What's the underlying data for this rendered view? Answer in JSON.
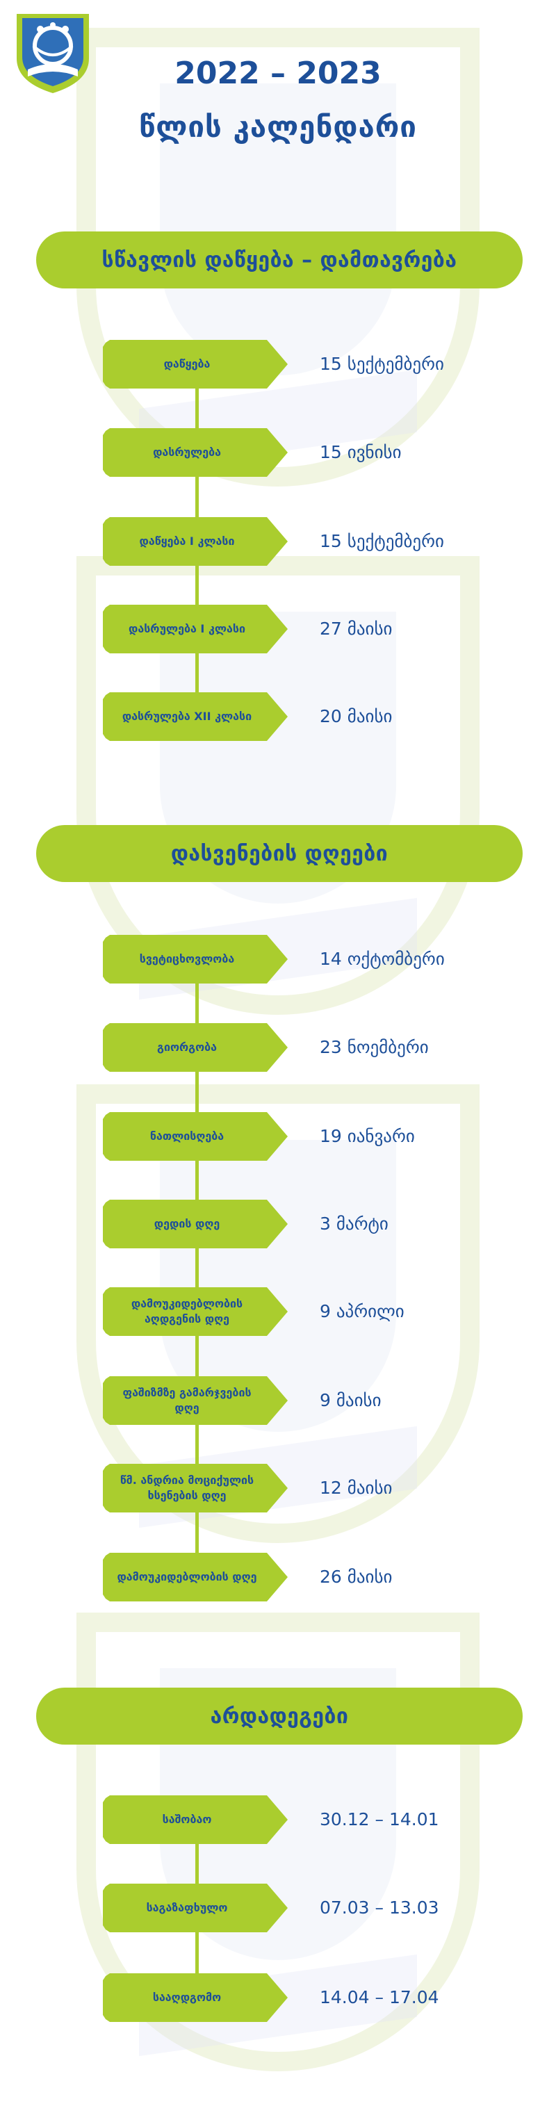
{
  "header": {
    "year": "2022 – 2023",
    "subtitle": "წლის კალენდარი"
  },
  "colors": {
    "accent_green": "#aacd2e",
    "brand_blue": "#1d4f99"
  },
  "sections": [
    {
      "title": "სწავლის დაწყება – დამთავრება",
      "items": [
        {
          "label": "დაწყება",
          "value": "15 სექტემბერი"
        },
        {
          "label": "დასრულება",
          "value": "15 ივნისი"
        },
        {
          "label": "დაწყება I კლასი",
          "value": "15 სექტემბერი"
        },
        {
          "label": "დასრულება I კლასი",
          "value": "27 მაისი"
        },
        {
          "label": "დასრულება XII კლასი",
          "value": "20 მაისი"
        }
      ]
    },
    {
      "title": "დასვენების დღეები",
      "items": [
        {
          "label": "სვეტიცხოვლობა",
          "value": "14 ოქტომბერი"
        },
        {
          "label": "გიორგობა",
          "value": "23 ნოემბერი"
        },
        {
          "label": "ნათლისღება",
          "value": "19 იანვარი"
        },
        {
          "label": "დედის დღე",
          "value": "3 მარტი"
        },
        {
          "label": "დამოუკიდებლობის აღდგენის დღე",
          "value": "9 აპრილი"
        },
        {
          "label": "ფაშიზმზე გამარჯვების დღე",
          "value": "9 მაისი"
        },
        {
          "label": "წმ. ანდრია მოციქულის ხსენების დღე",
          "value": "12 მაისი"
        },
        {
          "label": "დამოუკიდებლობის დღე",
          "value": "26 მაისი"
        }
      ]
    },
    {
      "title": "არდადეგები",
      "items": [
        {
          "label": "საშობაო",
          "value": "30.12 – 14.01"
        },
        {
          "label": "საგაზაფხულო",
          "value": "07.03 – 13.03"
        },
        {
          "label": "სააღდგომო",
          "value": "14.04 – 17.04"
        }
      ]
    }
  ]
}
